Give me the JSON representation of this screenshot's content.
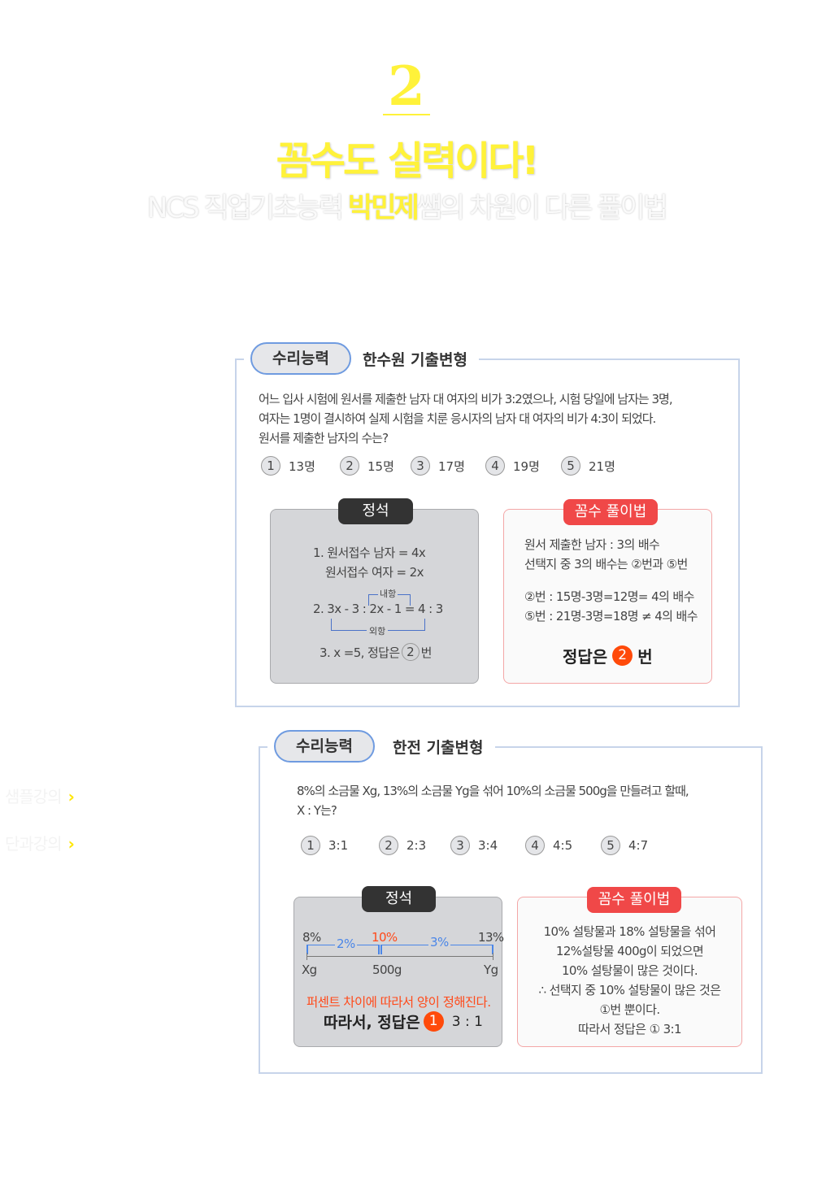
{
  "header": {
    "number": "2",
    "title": "꼼수도 실력이다!",
    "subtitle_pre": "NCS 직업기초능력 ",
    "subtitle_name": "박민제",
    "subtitle_post": "쌤의 차원이 다른 풀이법"
  },
  "side_nav": [
    {
      "label": "샘플강의",
      "chevron": "›"
    },
    {
      "label": "단과강의",
      "chevron": "›"
    }
  ],
  "section1": {
    "category": "수리능력",
    "heading": "한수원 기출변형",
    "question": [
      "어느 입사 시험에 원서를 제출한 남자 대 여자의 비가 3:2였으나, 시험 당일에 남자는 3명,",
      "여자는 1명이 결시하여 실제 시험을 치룬 응시자의 남자 대 여자의 비가 4:3이 되었다.",
      "원서를 제출한 남자의 수는?"
    ],
    "choices": [
      {
        "n": "1",
        "v": "13명"
      },
      {
        "n": "2",
        "v": "15명"
      },
      {
        "n": "3",
        "v": "17명"
      },
      {
        "n": "4",
        "v": "19명"
      },
      {
        "n": "5",
        "v": "21명"
      }
    ],
    "standard": {
      "tag": "정석",
      "l1": "1. 원서접수 남자 = 4x",
      "l2": "원서접수 여자 = 2x",
      "inner": "내항",
      "eq": "2. 3x - 3 : 2x - 1 = 4 : 3",
      "outer": "외항",
      "l3a": "3. x =5, 정답은",
      "l3n": "2",
      "l3b": "번"
    },
    "trick": {
      "tag": "꼼수 풀이법",
      "l1": "원서 제출한 남자 : 3의 배수",
      "l2": "선택지 중 3의 배수는 ②번과 ⑤번",
      "l3": "②번 : 15명-3명=12명= 4의 배수",
      "l4": "⑤번 : 21명-3명=18명 ≠ 4의 배수",
      "ans_a": "정답은",
      "ans_n": "2",
      "ans_b": "번"
    }
  },
  "section2": {
    "category": "수리능력",
    "heading": "한전 기출변형",
    "question": [
      "8%의 소금물 Xg, 13%의 소금물 Yg을 섞어 10%의 소금물 500g을 만들려고 할때,",
      "X : Y는?"
    ],
    "choices": [
      {
        "n": "1",
        "v": "3:1"
      },
      {
        "n": "2",
        "v": "2:3"
      },
      {
        "n": "3",
        "v": "3:4"
      },
      {
        "n": "4",
        "v": "4:5"
      },
      {
        "n": "5",
        "v": "4:7"
      }
    ],
    "standard": {
      "tag": "정석",
      "p1": "8%",
      "d1": "2%",
      "p2": "10%",
      "d2": "3%",
      "p3": "13%",
      "x": "Xg",
      "m": "500g",
      "y": "Yg",
      "note": "퍼센트 차이에 따라서 양이 정해진다.",
      "ans_a": "따라서, 정답은",
      "ans_n": "1",
      "ans_b": "3 : 1"
    },
    "trick": {
      "tag": "꼼수 풀이법",
      "lines": [
        "10% 설탕물과 18% 설탕물을 섞어",
        "12%설탕물 400g이 되었으면",
        "10% 설탕물이 많은 것이다.",
        "∴ 선택지 중 10% 설탕물이 많은 것은",
        "①번 뿐이다.",
        "따라서 정답은 ① 3:1"
      ]
    }
  },
  "colors": {
    "yellow": "#fff23a",
    "accent_red": "#f04848",
    "orange": "#ff4a0a",
    "blue": "#4a86e8"
  }
}
